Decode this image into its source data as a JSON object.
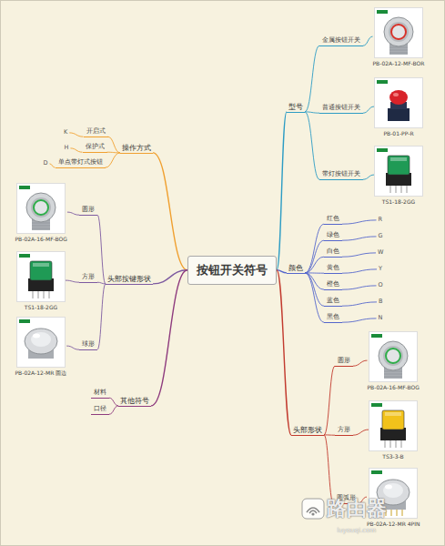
{
  "diagram": {
    "nodes": [
      {
        "text": [
          "按钮开关符号"
        ]
      },
      {
        "text": [
          "操作方式"
        ]
      },
      {
        "text": [
          "开启式"
        ]
      },
      {
        "text": [
          "K"
        ]
      },
      {
        "text": [
          "保护式"
        ]
      },
      {
        "text": [
          "H"
        ]
      },
      {
        "text": [
          "单点带灯式按钮"
        ]
      },
      {
        "text": [
          "D"
        ]
      },
      {
        "text": [
          "头部按键形状"
        ]
      },
      {
        "text": [
          "圆形"
        ]
      },
      {
        "text": [
          "PB-02A-16-MF-BOG"
        ]
      },
      {
        "text": [
          "方形"
        ]
      },
      {
        "text": [
          "TS1-18-2GG"
        ]
      },
      {
        "text": [
          "球形"
        ]
      },
      {
        "text": [
          "PB-02A-12-MR 圆边"
        ]
      },
      {
        "text": [
          "其他符号"
        ]
      },
      {
        "text": [
          "材料"
        ]
      },
      {
        "text": [
          "口径"
        ]
      },
      {
        "text": [
          "型号"
        ]
      },
      {
        "text": [
          "金属按钮开关"
        ]
      },
      {
        "text": [
          "PB-02A-12-MF-BOR"
        ]
      },
      {
        "text": [
          "普通按钮开关"
        ]
      },
      {
        "text": [
          "PB-01-PP-R"
        ]
      },
      {
        "text": [
          "带灯按钮开关"
        ]
      },
      {
        "text": [
          "TS1-18-2GG"
        ]
      },
      {
        "text": [
          "颜色"
        ]
      },
      {
        "text": [
          "红色"
        ]
      },
      {
        "text": [
          "R"
        ]
      },
      {
        "text": [
          "绿色"
        ]
      },
      {
        "text": [
          "G"
        ]
      },
      {
        "text": [
          "白色"
        ]
      },
      {
        "text": [
          "W"
        ]
      },
      {
        "text": [
          "黄色"
        ]
      },
      {
        "text": [
          "Y"
        ]
      },
      {
        "text": [
          "橙色"
        ]
      },
      {
        "text": [
          "O"
        ]
      },
      {
        "text": [
          "蓝色"
        ]
      },
      {
        "text": [
          "B"
        ]
      },
      {
        "text": [
          "黑色"
        ]
      },
      {
        "text": [
          "N"
        ]
      },
      {
        "text": [
          "头部形状"
        ]
      },
      {
        "text": [
          "圆形"
        ]
      },
      {
        "text": [
          "PB-02A-16-MF-BOG"
        ]
      },
      {
        "text": [
          "方形"
        ]
      },
      {
        "text": [
          "TS3-3-B"
        ]
      },
      {
        "text": [
          "圆弧形"
        ]
      },
      {
        "text": [
          "PB-02A-12-MR 4PIN"
        ]
      }
    ],
    "edges": [
      {
        "from": 0,
        "to": 1,
        "arrow": "none"
      },
      {
        "from": 1,
        "to": 2,
        "arrow": "none"
      },
      {
        "from": 2,
        "to": 3,
        "arrow": "none"
      },
      {
        "from": 1,
        "to": 4,
        "arrow": "none"
      },
      {
        "from": 4,
        "to": 5,
        "arrow": "none"
      },
      {
        "from": 1,
        "to": 6,
        "arrow": "none"
      },
      {
        "from": 6,
        "to": 7,
        "arrow": "none"
      },
      {
        "from": 0,
        "to": 8,
        "arrow": "none"
      },
      {
        "from": 8,
        "to": 9,
        "arrow": "none"
      },
      {
        "from": 9,
        "to": 10,
        "arrow": "none"
      },
      {
        "from": 8,
        "to": 11,
        "arrow": "none"
      },
      {
        "from": 11,
        "to": 12,
        "arrow": "none"
      },
      {
        "from": 8,
        "to": 13,
        "arrow": "none"
      },
      {
        "from": 13,
        "to": 14,
        "arrow": "none"
      },
      {
        "from": 0,
        "to": 15,
        "arrow": "none"
      },
      {
        "from": 15,
        "to": 16,
        "arrow": "none"
      },
      {
        "from": 15,
        "to": 17,
        "arrow": "none"
      },
      {
        "from": 0,
        "to": 18,
        "arrow": "none"
      },
      {
        "from": 18,
        "to": 19,
        "arrow": "none"
      },
      {
        "from": 19,
        "to": 20,
        "arrow": "none"
      },
      {
        "from": 18,
        "to": 21,
        "arrow": "none"
      },
      {
        "from": 21,
        "to": 22,
        "arrow": "none"
      },
      {
        "from": 18,
        "to": 23,
        "arrow": "none"
      },
      {
        "from": 23,
        "to": 24,
        "arrow": "none"
      },
      {
        "from": 0,
        "to": 25,
        "arrow": "none"
      },
      {
        "from": 25,
        "to": 26,
        "arrow": "none"
      },
      {
        "from": 26,
        "to": 27,
        "arrow": "none"
      },
      {
        "from": 25,
        "to": 28,
        "arrow": "none"
      },
      {
        "from": 28,
        "to": 29,
        "arrow": "none"
      },
      {
        "from": 25,
        "to": 30,
        "arrow": "none"
      },
      {
        "from": 30,
        "to": 31,
        "arrow": "none"
      },
      {
        "from": 25,
        "to": 32,
        "arrow": "none"
      },
      {
        "from": 32,
        "to": 33,
        "arrow": "none"
      },
      {
        "from": 25,
        "to": 34,
        "arrow": "none"
      },
      {
        "from": 34,
        "to": 35,
        "arrow": "none"
      },
      {
        "from": 25,
        "to": 36,
        "arrow": "none"
      },
      {
        "from": 36,
        "to": 37,
        "arrow": "none"
      },
      {
        "from": 25,
        "to": 38,
        "arrow": "none"
      },
      {
        "from": 38,
        "to": 39,
        "arrow": "none"
      },
      {
        "from": 0,
        "to": 40,
        "arrow": "none"
      },
      {
        "from": 40,
        "to": 41,
        "arrow": "none"
      },
      {
        "from": 41,
        "to": 42,
        "arrow": "none"
      },
      {
        "from": 40,
        "to": 43,
        "arrow": "none"
      },
      {
        "from": 43,
        "to": 44,
        "arrow": "none"
      },
      {
        "from": 40,
        "to": 45,
        "arrow": "none"
      },
      {
        "from": 45,
        "to": 46,
        "arrow": "none"
      }
    ],
    "labels": [
      "路由器",
      "luyouqi.com"
    ]
  }
}
